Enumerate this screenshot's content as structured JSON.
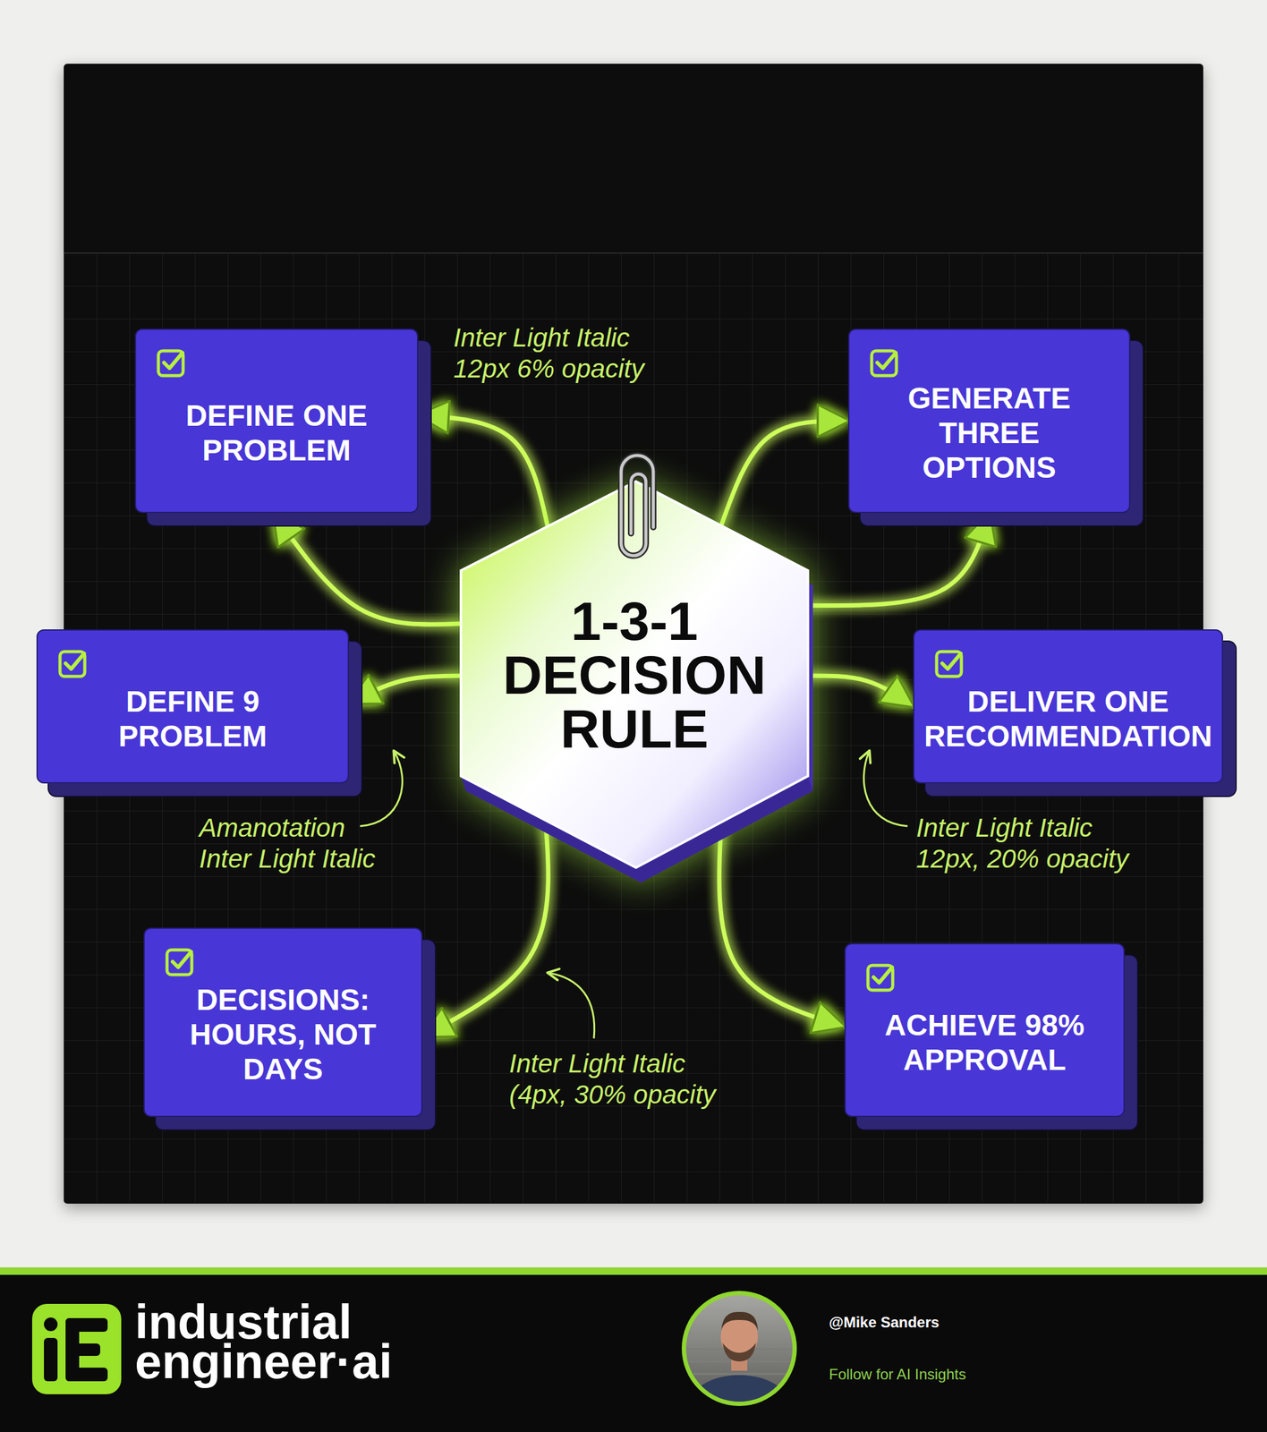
{
  "diagram": {
    "nodes": [
      {
        "text": [
          "DEFINE ONE PROBLEM"
        ]
      },
      {
        "text": [
          "GENERATE THREE OPTIONS"
        ]
      },
      {
        "text": [
          "DEFINE 9 PROBLEM"
        ]
      },
      {
        "text": [
          "1-3-1 DECISION RULE"
        ]
      },
      {
        "text": [
          "DELIVER ONE RECOMMENDATION"
        ]
      },
      {
        "text": [
          "DECISIONS: HOURS, NOT DAYS"
        ]
      },
      {
        "text": [
          "ACHIEVE 98% APPROVAL"
        ]
      }
    ],
    "edges": [
      {
        "from": 3,
        "to": 0,
        "arrow": "to"
      },
      {
        "from": 3,
        "to": 0,
        "arrow": "to"
      },
      {
        "from": 3,
        "to": 1,
        "arrow": "to"
      },
      {
        "from": 3,
        "to": 1,
        "arrow": "to"
      },
      {
        "from": 3,
        "to": 2,
        "arrow": "to"
      },
      {
        "from": 3,
        "to": 4,
        "arrow": "to"
      },
      {
        "from": 3,
        "to": 5,
        "arrow": "to"
      },
      {
        "from": 3,
        "to": 6,
        "arrow": "to"
      }
    ],
    "labels": [
      "Inter Light Italic 12px 6% opacity",
      "Amanotation Inter Light Italic",
      "Inter Light Italic 12px, 20% opacity",
      "Inter Light Italic (4px, 30% opacity",
      "industrial engineer·ai",
      "@Mike Sanders",
      "Follow for AI Insights"
    ]
  }
}
